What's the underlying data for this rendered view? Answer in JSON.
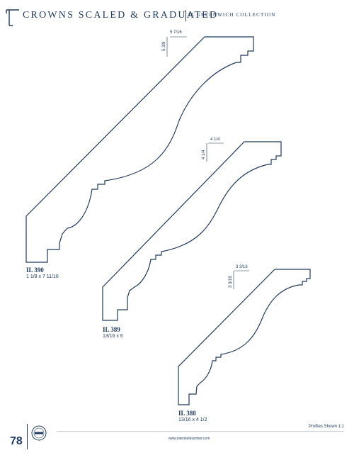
{
  "header": {
    "title": "CROWNS SCALED & GRADUATED",
    "collection_prefix": "IL",
    "collection_name": "GREENWICH COLLECTION"
  },
  "profiles": [
    {
      "code": "IL 390",
      "size": "1 1/8 x 7 11/16",
      "dim_width": "5 7/16",
      "dim_height": "5 3/8"
    },
    {
      "code": "IL 389",
      "size": "13/16 x 6",
      "dim_width": "4 1/4",
      "dim_height": "4 1/4"
    },
    {
      "code": "IL 388",
      "size": "13/16 x 4 1/2",
      "dim_width": "3 3/16",
      "dim_height": "3 3/16"
    }
  ],
  "footer": {
    "page_number": "78",
    "scale_note": "Profiles Shown 1:1",
    "url": "www.interstatelumber.com"
  },
  "colors": {
    "ink": "#1f3a5f",
    "rule": "#c7cfd8"
  }
}
